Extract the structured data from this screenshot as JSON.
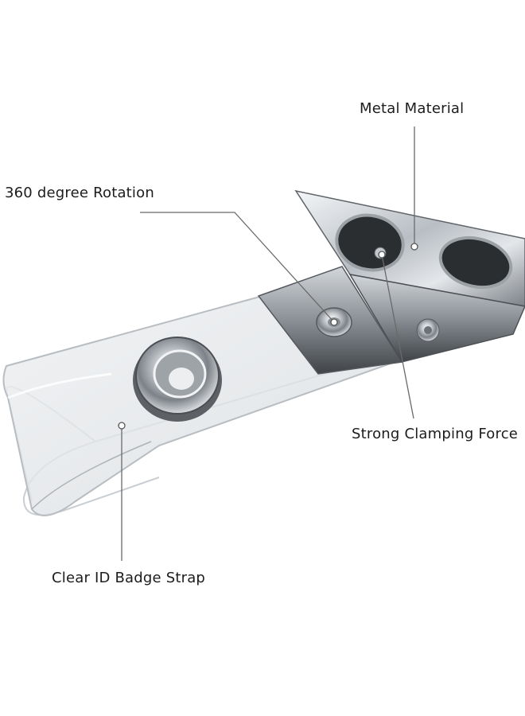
{
  "callouts": {
    "metal_material": "Metal Material",
    "rotation": "360 degree Rotation",
    "clamping_force": "Strong Clamping Force",
    "badge_strap": "Clear ID Badge Strap"
  },
  "colors": {
    "background": "#ffffff",
    "leader_line": "#6a6a6a",
    "metal_light": "#e9ecef",
    "metal_dark": "#6f747a",
    "strap": "#dfe3e7"
  }
}
